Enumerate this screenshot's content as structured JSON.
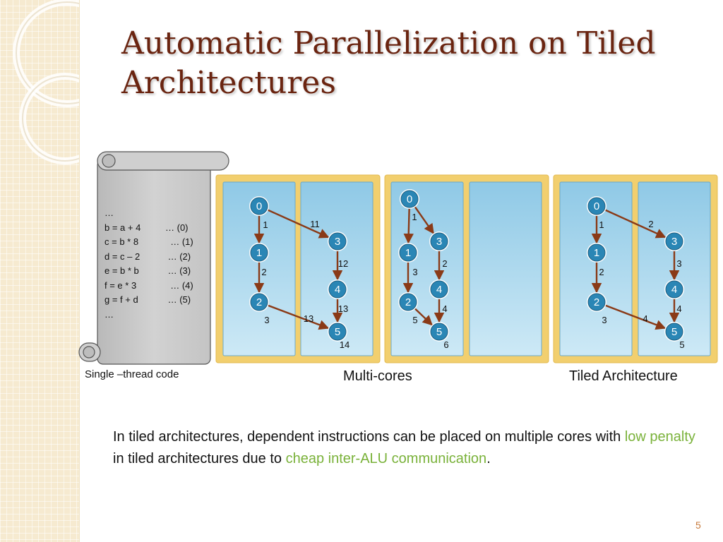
{
  "slide": {
    "title_line1": "Automatic Parallelization on Tiled",
    "title_line2": "Architectures",
    "page_number": "5"
  },
  "code_scroll": {
    "lines": [
      {
        "stmt": "…",
        "tag": ""
      },
      {
        "stmt": "b = a + 4",
        "tag": "… (0)"
      },
      {
        "stmt": "c = b * 8",
        "tag": "  … (1)"
      },
      {
        "stmt": "d = c – 2",
        "tag": " … (2)"
      },
      {
        "stmt": "e = b * b",
        "tag": " … (3)"
      },
      {
        "stmt": "f = e * 3",
        "tag": "  … (4)"
      },
      {
        "stmt": "g = f + d",
        "tag": " … (5)"
      },
      {
        "stmt": "…",
        "tag": ""
      }
    ],
    "caption": "Single –thread code"
  },
  "panels": [
    {
      "caption": "Multi-cores",
      "nodes": [
        {
          "id": "0",
          "col": 0,
          "row": 0
        },
        {
          "id": "1",
          "col": 0,
          "row": 1
        },
        {
          "id": "2",
          "col": 0,
          "row": 2
        },
        {
          "id": "3",
          "col": 1,
          "row": 1
        },
        {
          "id": "4",
          "col": 1,
          "row": 2
        },
        {
          "id": "5",
          "col": 1,
          "row": 3
        }
      ],
      "edges": [
        [
          "0",
          "1"
        ],
        [
          "1",
          "2"
        ],
        [
          "0",
          "3"
        ],
        [
          "3",
          "4"
        ],
        [
          "4",
          "5"
        ],
        [
          "2",
          "5"
        ]
      ],
      "latencies": [
        {
          "text": "1",
          "near": "0-1"
        },
        {
          "text": "2",
          "near": "1-2"
        },
        {
          "text": "3",
          "near": "2"
        },
        {
          "text": "11",
          "near": "0-3"
        },
        {
          "text": "12",
          "near": "3-4"
        },
        {
          "text": "13",
          "near": "4-5"
        },
        {
          "text": "13",
          "near": "2-5"
        },
        {
          "text": "14",
          "near": "5"
        }
      ]
    },
    {
      "caption": "",
      "nodes": [
        {
          "id": "0",
          "col": 0,
          "row": 0
        },
        {
          "id": "1",
          "col": 0,
          "row": 1
        },
        {
          "id": "2",
          "col": 0,
          "row": 2
        },
        {
          "id": "3",
          "col": 1,
          "row": 1
        },
        {
          "id": "4",
          "col": 1,
          "row": 2
        },
        {
          "id": "5",
          "col": 1,
          "row": 3
        }
      ],
      "edges": [
        [
          "0",
          "1"
        ],
        [
          "1",
          "2"
        ],
        [
          "0",
          "3"
        ],
        [
          "3",
          "4"
        ],
        [
          "4",
          "5"
        ],
        [
          "2",
          "5"
        ]
      ],
      "latencies": [
        {
          "text": "1",
          "near": "0-3"
        },
        {
          "text": "3",
          "near": "1-2"
        },
        {
          "text": "2",
          "near": "3-4"
        },
        {
          "text": "4",
          "near": "4-5"
        },
        {
          "text": "5",
          "near": "2-5"
        },
        {
          "text": "6",
          "near": "5"
        }
      ]
    },
    {
      "caption": "Tiled Architecture",
      "nodes": [
        {
          "id": "0",
          "col": 0,
          "row": 0
        },
        {
          "id": "1",
          "col": 0,
          "row": 1
        },
        {
          "id": "2",
          "col": 0,
          "row": 2
        },
        {
          "id": "3",
          "col": 1,
          "row": 1
        },
        {
          "id": "4",
          "col": 1,
          "row": 2
        },
        {
          "id": "5",
          "col": 1,
          "row": 3
        }
      ],
      "edges": [
        [
          "0",
          "1"
        ],
        [
          "1",
          "2"
        ],
        [
          "0",
          "3"
        ],
        [
          "3",
          "4"
        ],
        [
          "4",
          "5"
        ],
        [
          "2",
          "5"
        ]
      ],
      "latencies": [
        {
          "text": "1",
          "near": "0-1"
        },
        {
          "text": "2",
          "near": "1-2"
        },
        {
          "text": "3",
          "near": "2"
        },
        {
          "text": "2",
          "near": "0-3"
        },
        {
          "text": "3",
          "near": "3-4"
        },
        {
          "text": "4",
          "near": "4-5"
        },
        {
          "text": "4",
          "near": "2-5"
        },
        {
          "text": "5",
          "near": "5"
        }
      ]
    }
  ],
  "body": {
    "part1": "In tiled architectures, dependent instructions can be placed on multiple cores with ",
    "hl1": "low penalty",
    "part2": " in tiled architectures due to ",
    "hl2": "cheap inter-ALU communication",
    "part3": "."
  },
  "colors": {
    "title": "#6a2410",
    "highlight": "#7ab23a",
    "panel_frame": "#f2cf6e",
    "core_fill": "#a9d8ee",
    "node_fill": "#2a86b5",
    "edge": "#8a3a17",
    "scroll_fill": "#c9c9c9"
  }
}
